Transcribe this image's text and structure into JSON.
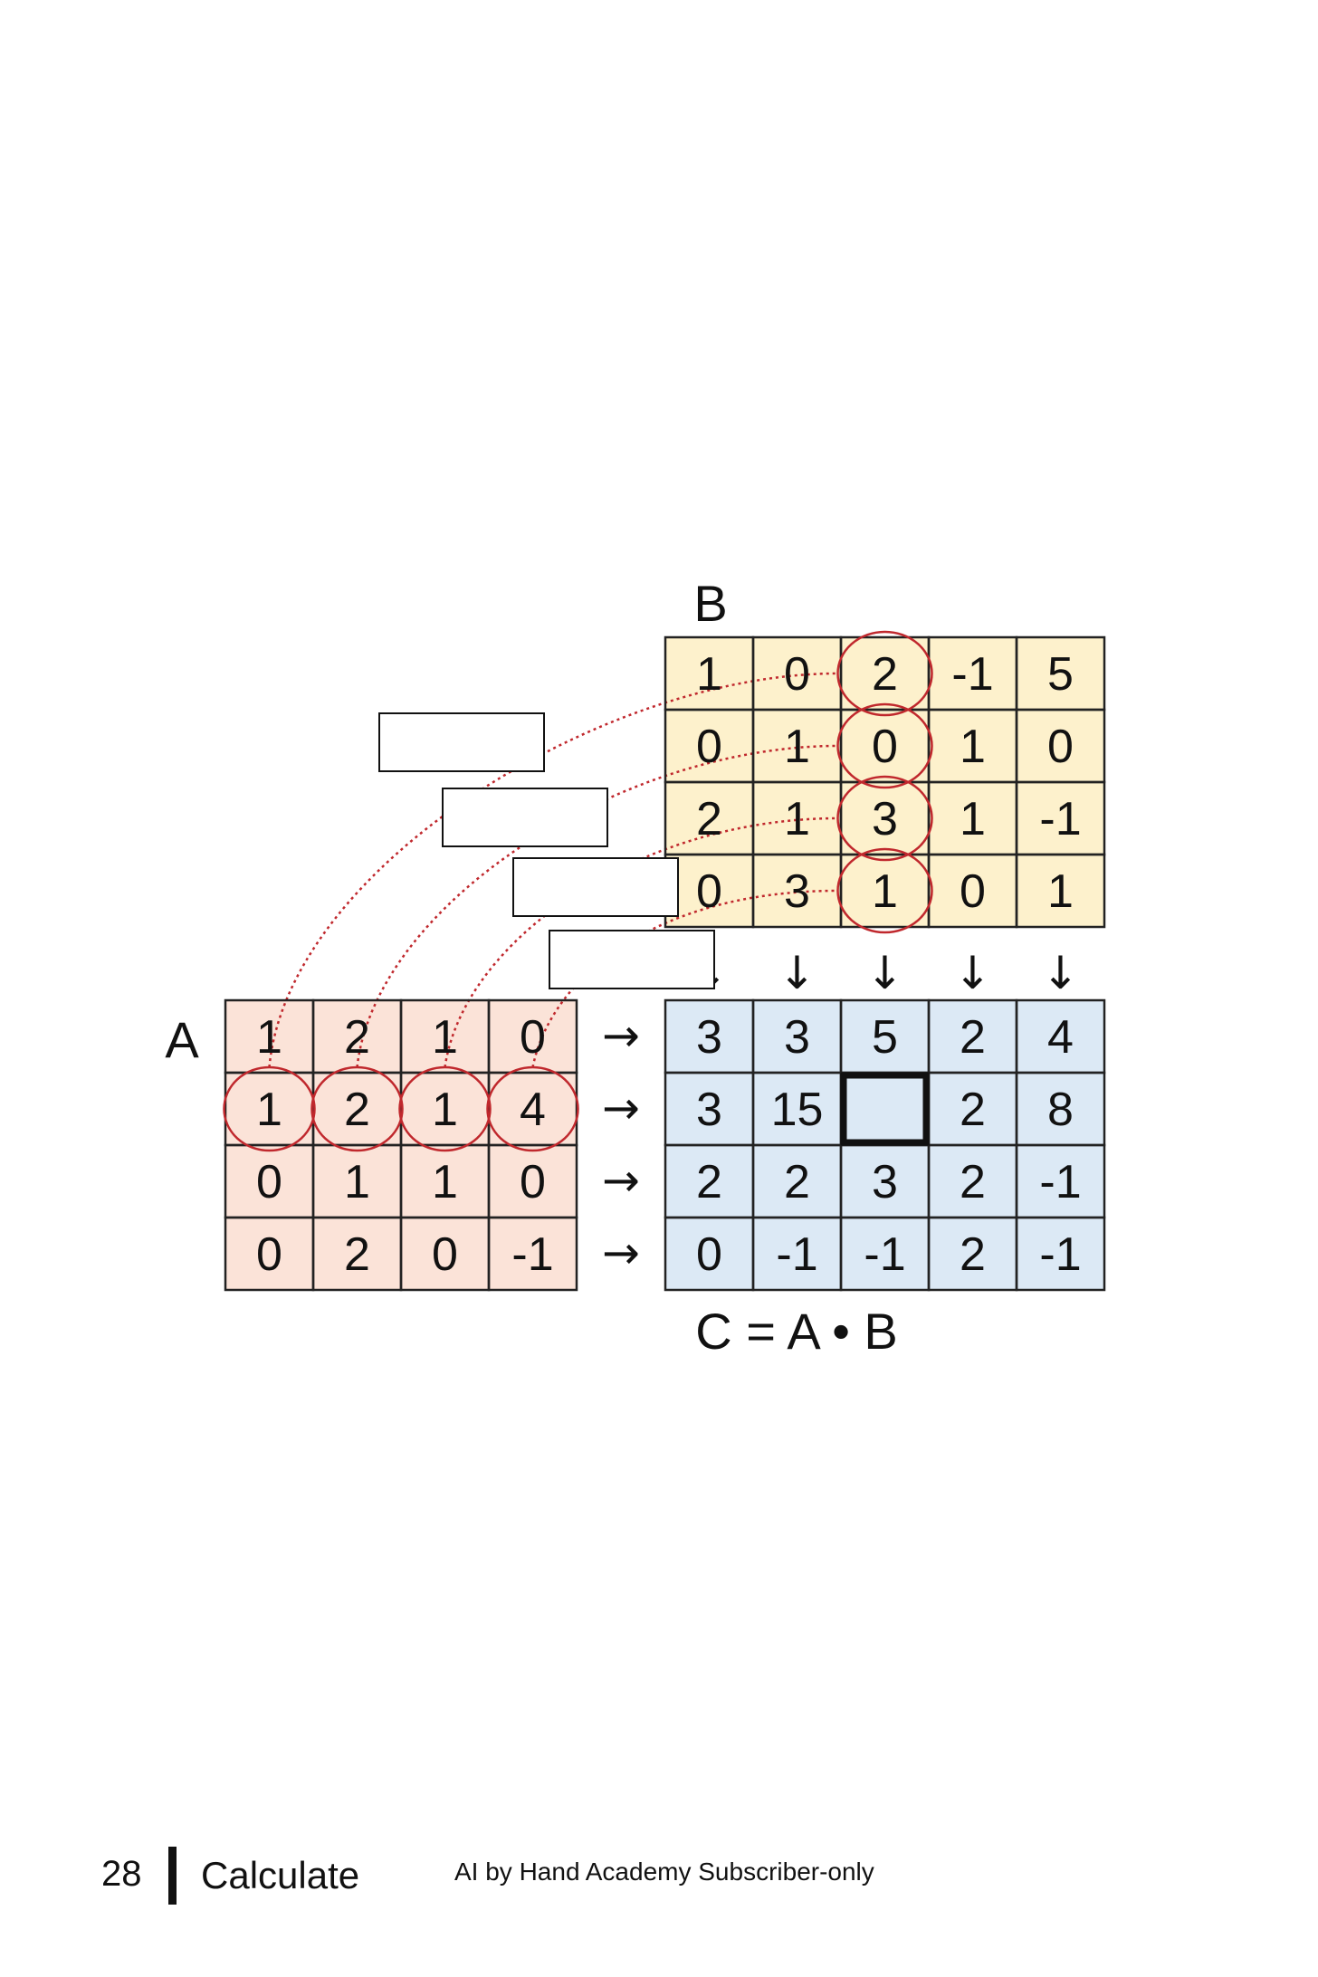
{
  "labels": {
    "a": "A",
    "b": "B",
    "equation": "C = A • B"
  },
  "matrix_a": [
    [
      "1",
      "2",
      "1",
      "0"
    ],
    [
      "1",
      "2",
      "1",
      "4"
    ],
    [
      "0",
      "1",
      "1",
      "0"
    ],
    [
      "0",
      "2",
      "0",
      "-1"
    ]
  ],
  "matrix_b": [
    [
      "1",
      "0",
      "2",
      "-1",
      "5"
    ],
    [
      "0",
      "1",
      "0",
      "1",
      "0"
    ],
    [
      "2",
      "1",
      "3",
      "1",
      "-1"
    ],
    [
      "0",
      "3",
      "1",
      "0",
      "1"
    ]
  ],
  "matrix_c": [
    [
      "3",
      "3",
      "5",
      "2",
      "4"
    ],
    [
      "3",
      "15",
      "",
      "2",
      "8"
    ],
    [
      "2",
      "2",
      "3",
      "2",
      "-1"
    ],
    [
      "0",
      "-1",
      "-1",
      "2",
      "-1"
    ]
  ],
  "highlight": {
    "a_row": 1,
    "b_col": 2,
    "c_cell": [
      1,
      2
    ]
  },
  "arrows": {
    "right": "→",
    "down": "↓"
  },
  "colors": {
    "matrix_a_fill": "#fbe3d8",
    "matrix_b_fill": "#fdf1cc",
    "matrix_c_fill": "#dce9f5",
    "circle_stroke": "#c0282d",
    "connector": "#c0282d",
    "grid_line": "#222222"
  },
  "footer": {
    "page_number": "28",
    "section_title": "Calculate",
    "note": "AI by Hand Academy Subscriber-only"
  }
}
